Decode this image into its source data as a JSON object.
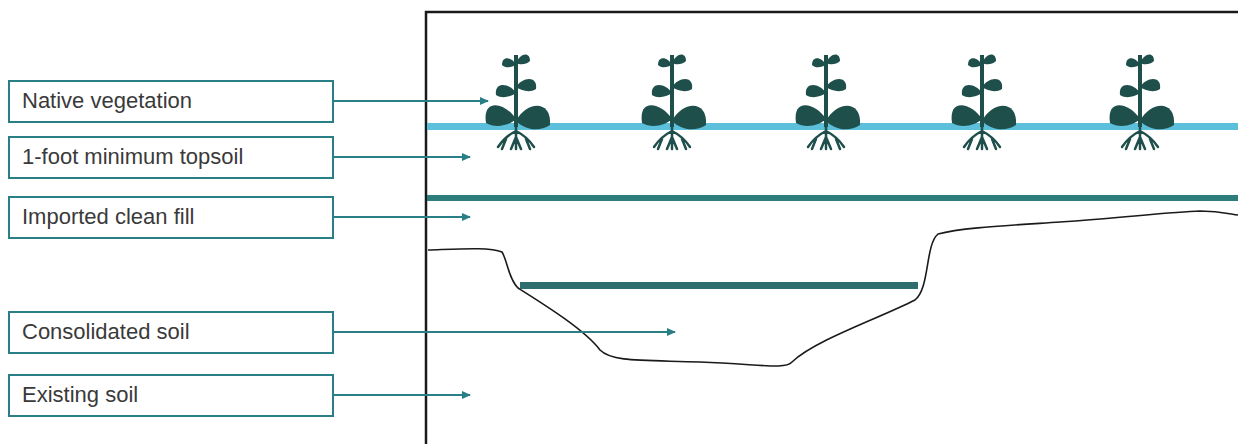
{
  "diagram": {
    "nodes": [
      {
        "text": [
          "Native vegetation"
        ]
      },
      {
        "text": [
          "1-foot minimum topsoil"
        ]
      },
      {
        "text": [
          "Imported clean fill"
        ]
      },
      {
        "text": [
          "Consolidated soil"
        ]
      },
      {
        "text": [
          "Existing soil"
        ]
      }
    ]
  }
}
